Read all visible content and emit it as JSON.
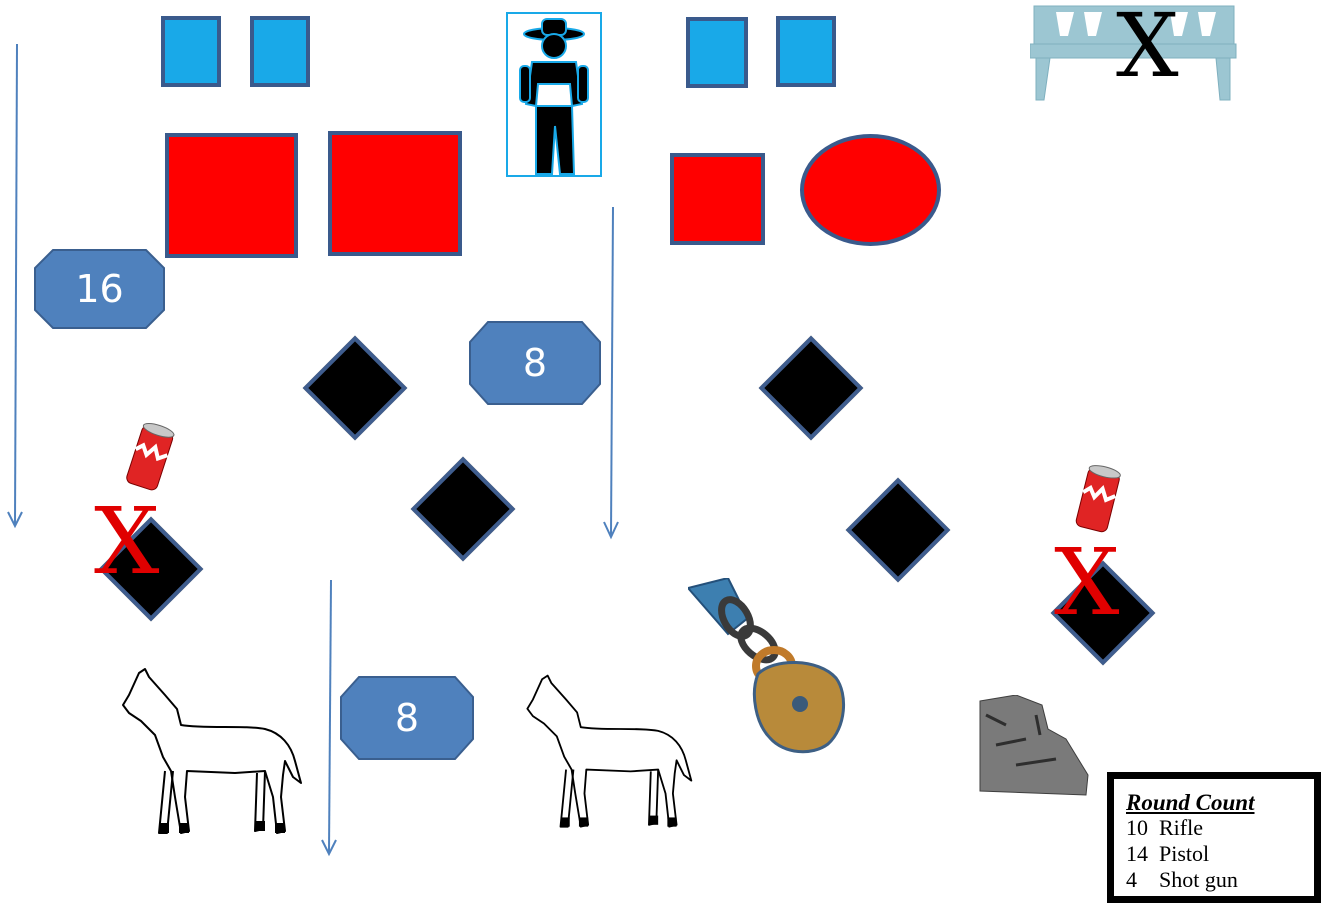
{
  "badges": {
    "top_left": "16",
    "middle": "8",
    "bottom": "8"
  },
  "marks": {
    "crossed": "X"
  },
  "round_count": {
    "title": "Round Count",
    "rows": [
      {
        "count": "10",
        "weapon": "Rifle"
      },
      {
        "count": "14",
        "weapon": "Pistol"
      },
      {
        "count": "4",
        "weapon": "Shot gun"
      }
    ]
  },
  "colors": {
    "target_blue": "#19a9e8",
    "target_red": "#ff0000",
    "badge_fill": "#4f81bd",
    "arrow": "#4f81bd",
    "x_red": "#e00000"
  },
  "icons": [
    "cowboy-icon",
    "table-icon",
    "can-icon",
    "horse-icon",
    "lock-icon",
    "rock-icon"
  ]
}
